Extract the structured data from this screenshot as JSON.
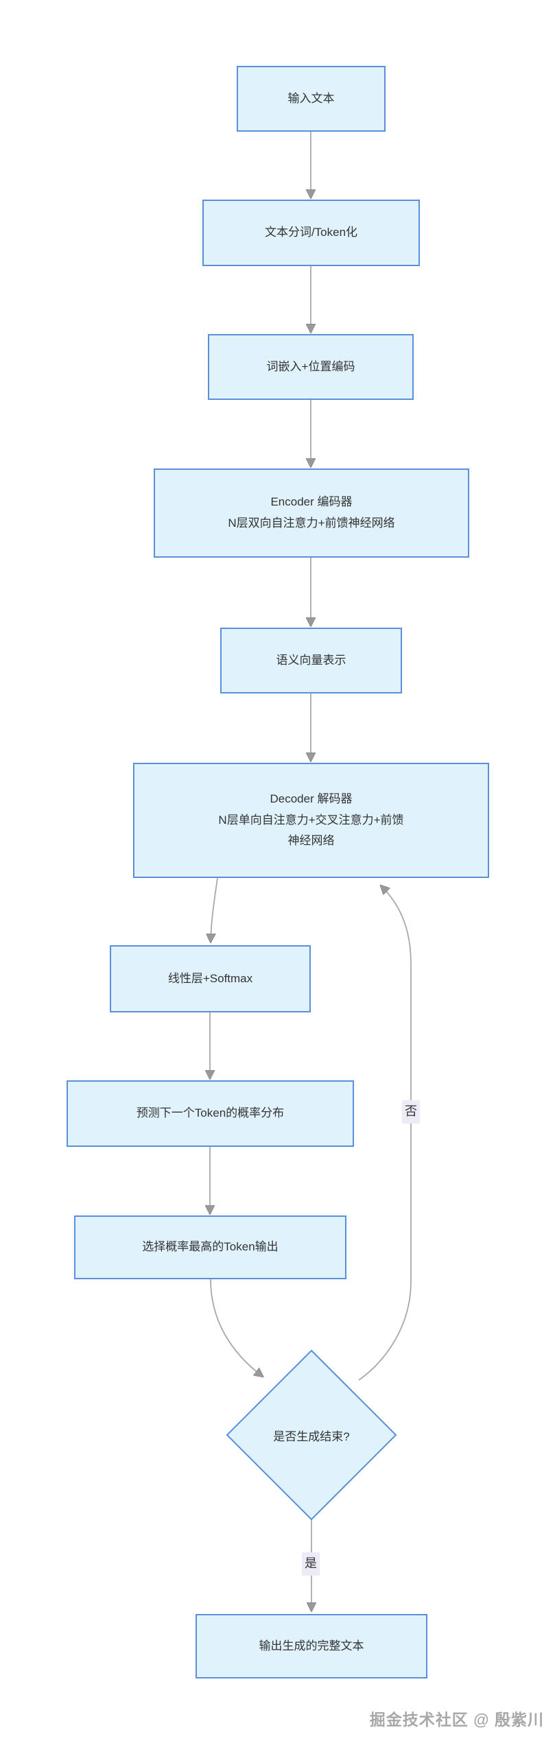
{
  "diagram": {
    "type": "flowchart",
    "direction": "top-down",
    "nodes": {
      "input_text": {
        "label": "输入文本",
        "shape": "rect"
      },
      "tokenize": {
        "label": "文本分词/Token化",
        "shape": "rect"
      },
      "embedding": {
        "label": "词嵌入+位置编码",
        "shape": "rect"
      },
      "encoder": {
        "label": "Encoder 编码器\nN层双向自注意力+前馈神经网络",
        "shape": "rect"
      },
      "semantic_vector": {
        "label": "语义向量表示",
        "shape": "rect"
      },
      "decoder": {
        "label": "Decoder 解码器\nN层单向自注意力+交叉注意力+前馈\n神经网络",
        "shape": "rect"
      },
      "linear_softmax": {
        "label": "线性层+Softmax",
        "shape": "rect"
      },
      "predict_prob": {
        "label": "预测下一个Token的概率分布",
        "shape": "rect"
      },
      "select_token": {
        "label": "选择概率最高的Token输出",
        "shape": "rect"
      },
      "end_decision": {
        "label": "是否生成结束?",
        "shape": "diamond"
      },
      "output_text": {
        "label": "输出生成的完整文本",
        "shape": "rect"
      }
    },
    "edges": [
      {
        "from": "input_text",
        "to": "tokenize",
        "label": ""
      },
      {
        "from": "tokenize",
        "to": "embedding",
        "label": ""
      },
      {
        "from": "embedding",
        "to": "encoder",
        "label": ""
      },
      {
        "from": "encoder",
        "to": "semantic_vector",
        "label": ""
      },
      {
        "from": "semantic_vector",
        "to": "decoder",
        "label": ""
      },
      {
        "from": "decoder",
        "to": "linear_softmax",
        "label": ""
      },
      {
        "from": "linear_softmax",
        "to": "predict_prob",
        "label": ""
      },
      {
        "from": "predict_prob",
        "to": "select_token",
        "label": ""
      },
      {
        "from": "select_token",
        "to": "end_decision",
        "label": ""
      },
      {
        "from": "end_decision",
        "to": "decoder",
        "label": "否"
      },
      {
        "from": "end_decision",
        "to": "output_text",
        "label": "是"
      }
    ],
    "edge_labels": {
      "no": "否",
      "yes": "是"
    },
    "colors": {
      "node_fill": "#e0f2fc",
      "node_border": "#5b8fd9",
      "edge_line": "#a9a9a9",
      "arrowhead": "#999999",
      "edge_label_bg": "#edebf8",
      "text": "#333333"
    }
  },
  "watermark": {
    "text": "掘金技术社区 @ 殷紫川"
  }
}
